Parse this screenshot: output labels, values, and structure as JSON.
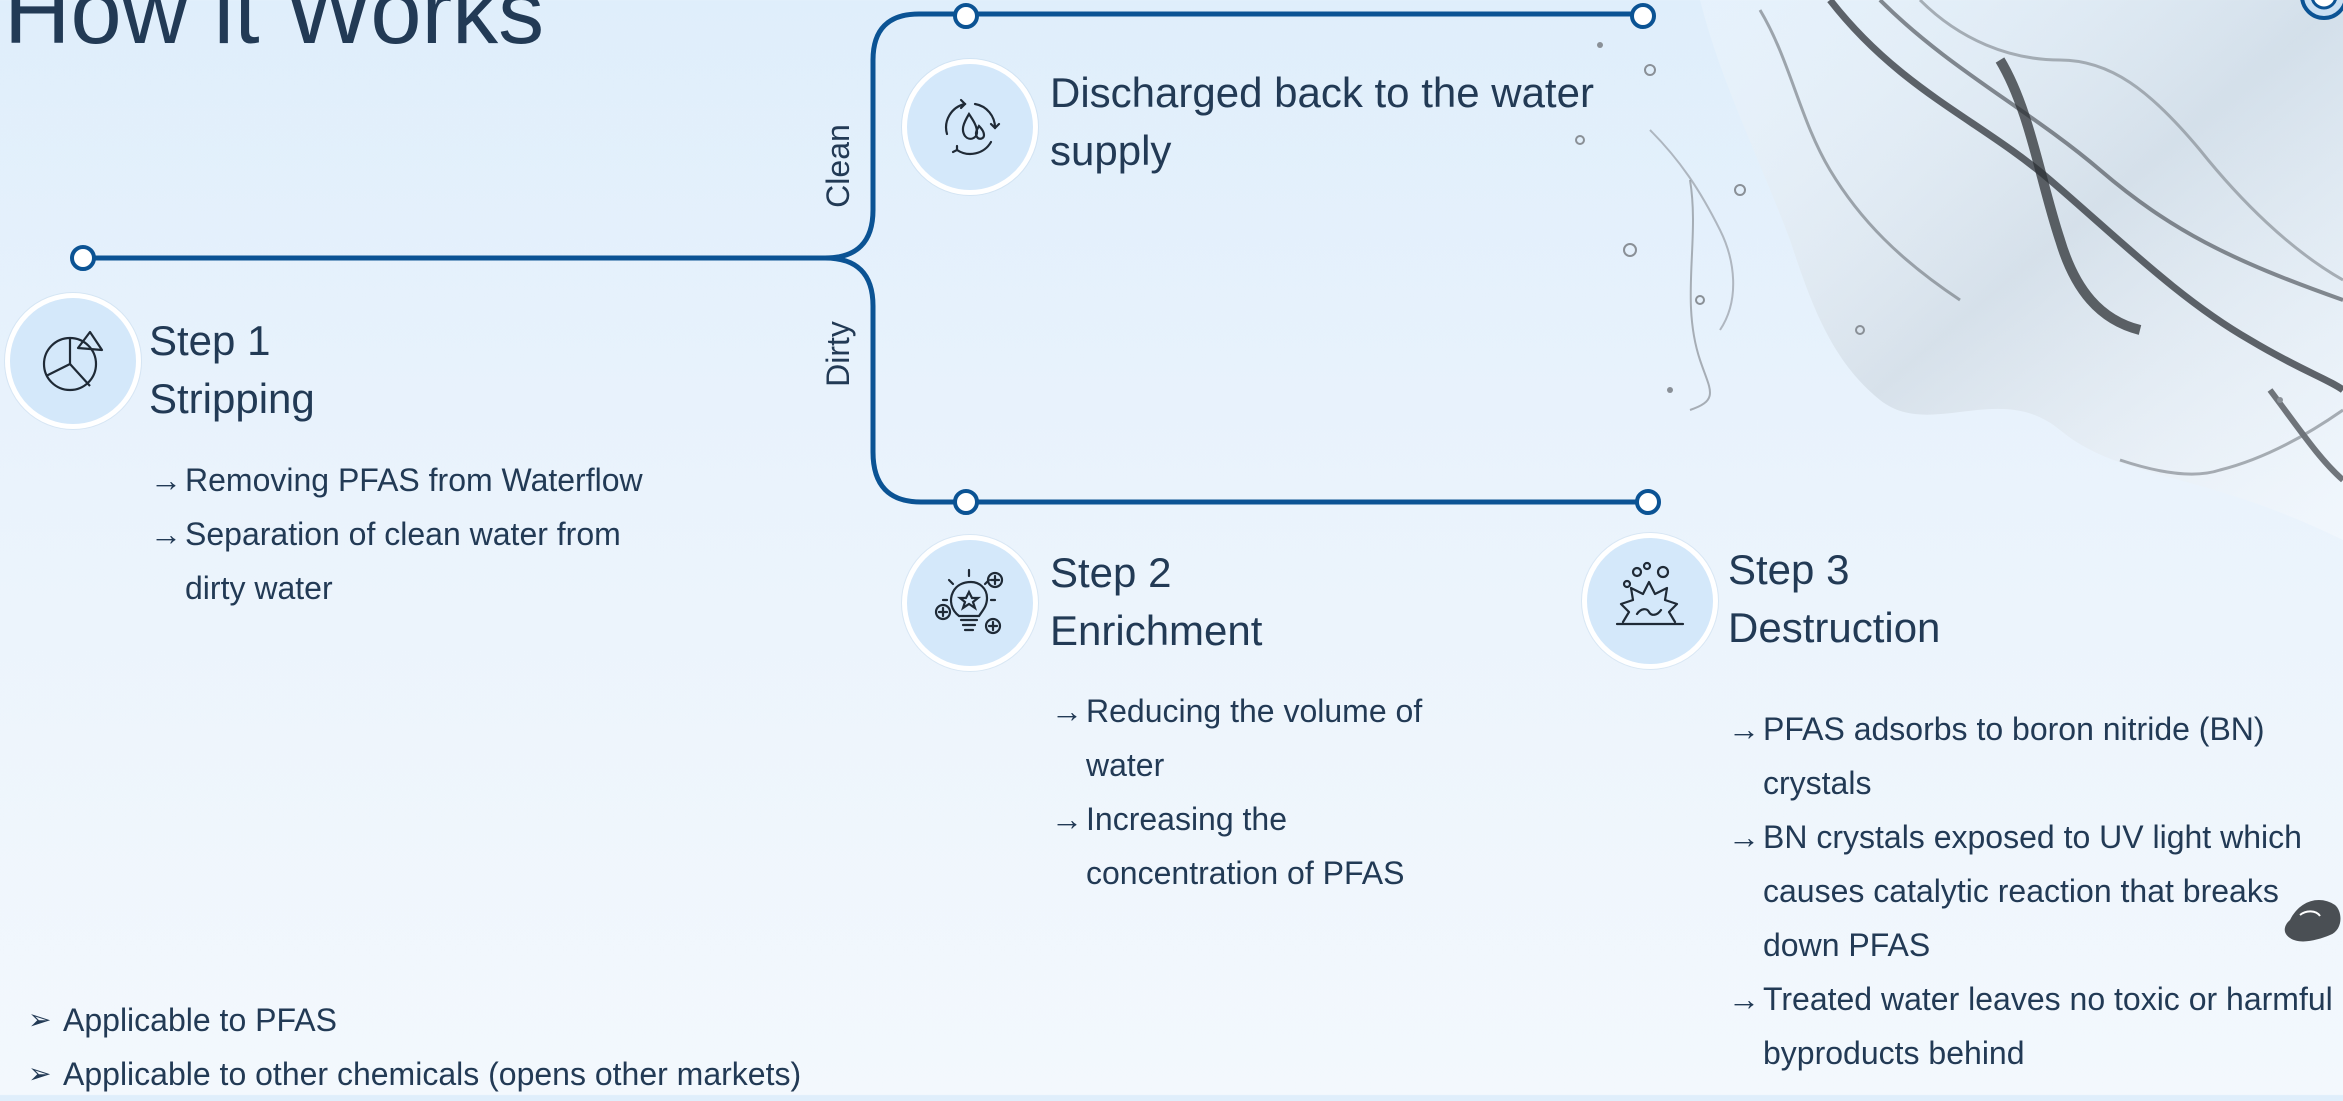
{
  "title": "How it Works",
  "branches": {
    "clean": "Clean",
    "dirty": "Dirty"
  },
  "discharge": {
    "text_line1": "Discharged back to the water",
    "text_line2": "supply",
    "icon": "water-cycle-icon"
  },
  "steps": [
    {
      "step": "Step 1",
      "name": "Stripping",
      "icon": "pie-chart-icon",
      "bullets": [
        "Removing PFAS from Waterflow",
        "Separation of clean water from dirty water"
      ]
    },
    {
      "step": "Step 2",
      "name": "Enrichment",
      "icon": "lightbulb-idea-icon",
      "bullets": [
        "Reducing the volume of water",
        "Increasing the concentration of PFAS"
      ]
    },
    {
      "step": "Step 3",
      "name": "Destruction",
      "icon": "explosion-icon",
      "bullets": [
        "PFAS adsorbs to boron nitride (BN) crystals",
        "BN crystals exposed to UV light which causes catalytic reaction that breaks down PFAS",
        "Treated water leaves no toxic or harmful byproducts behind"
      ]
    }
  ],
  "footer": [
    "Applicable to PFAS",
    "Applicable to other chemicals (opens other markets)"
  ],
  "colors": {
    "line": "#0b5394",
    "text": "#223a55",
    "icon_bg": "#d4e8fa"
  }
}
